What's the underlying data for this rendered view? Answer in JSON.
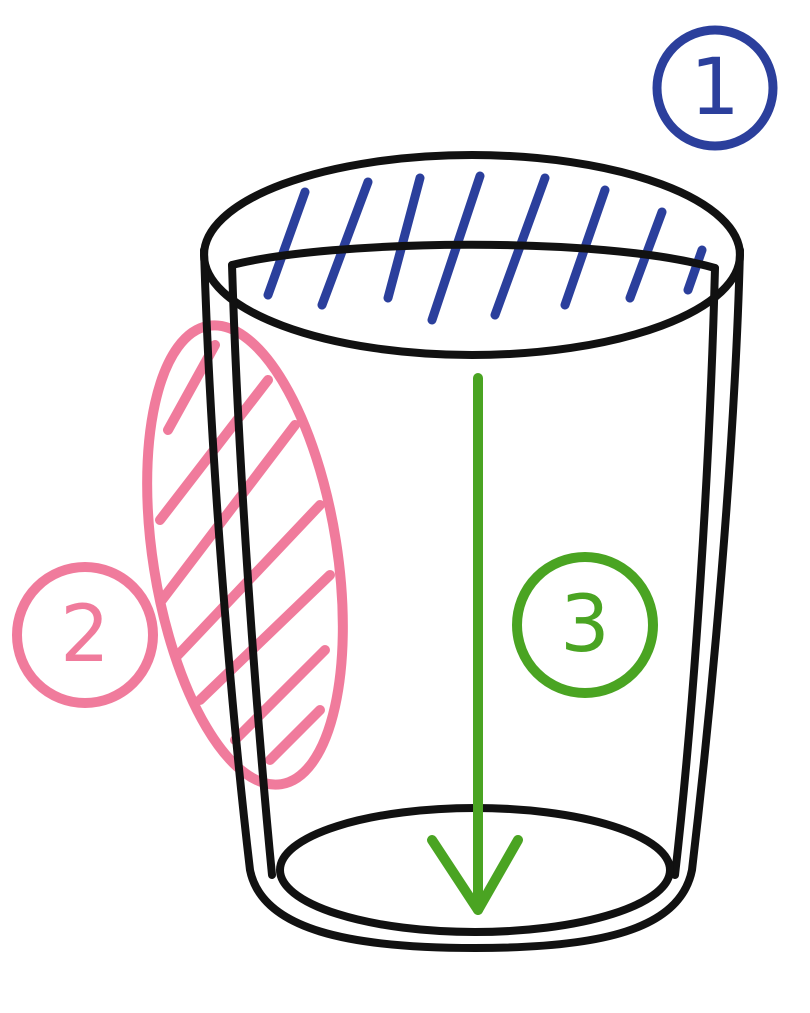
{
  "diagram": {
    "subject": "glass",
    "labels": [
      {
        "id": "1",
        "text": "1",
        "region": "top-opening",
        "color": "#2b3f9c"
      },
      {
        "id": "2",
        "text": "2",
        "region": "side-wall",
        "color": "#f07b9c"
      },
      {
        "id": "3",
        "text": "3",
        "region": "height",
        "color": "#4aa422"
      }
    ],
    "outline_color": "#111111"
  }
}
